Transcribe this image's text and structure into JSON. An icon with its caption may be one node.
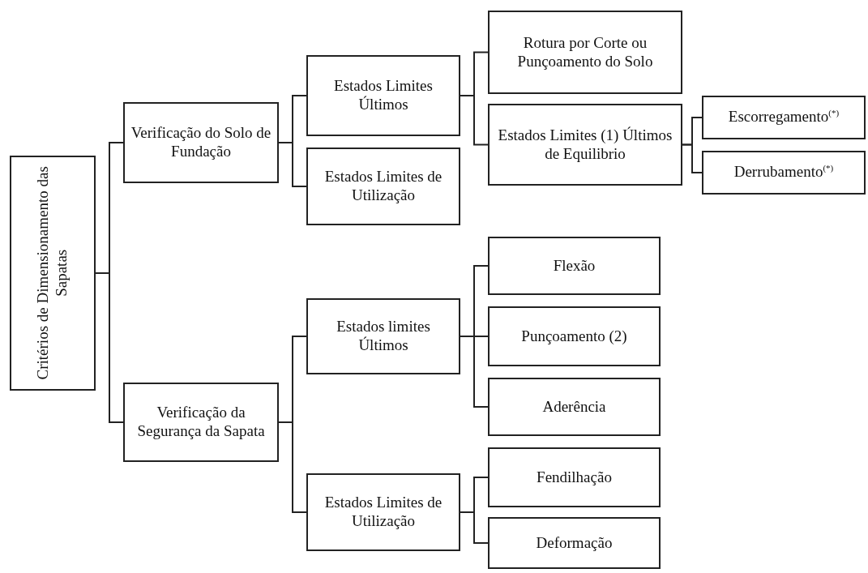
{
  "diagram": {
    "nodes": [
      {
        "text": [
          "Critérios de Dimensionamento das Sapatas"
        ]
      },
      {
        "text": [
          "Verificação do Solo de Fundação"
        ]
      },
      {
        "text": [
          "Estados Limites Últimos"
        ]
      },
      {
        "text": [
          "Estados Limites de Utilização"
        ]
      },
      {
        "text": [
          "Rotura por Corte ou Punçoamento do Solo"
        ]
      },
      {
        "text": [
          "Estados Limites (1) Últimos de Equilibrio"
        ]
      },
      {
        "text": [
          "Escorregamento$^{(*)}$"
        ]
      },
      {
        "text": [
          "Derrubamento$^{(*)}$"
        ]
      },
      {
        "text": [
          "Verificação da Segurança da Sapata"
        ]
      },
      {
        "text": [
          "Estados limites Últimos"
        ]
      },
      {
        "text": [
          "Flexão"
        ]
      },
      {
        "text": [
          "Punçoamento (2)"
        ]
      },
      {
        "text": [
          "Aderência"
        ]
      },
      {
        "text": [
          "Estados Limites de Utilização"
        ]
      },
      {
        "text": [
          "Fendilhação"
        ]
      },
      {
        "text": [
          "Deformação"
        ]
      }
    ],
    "edges": [
      {
        "from": 0,
        "to": 1,
        "arrow": "none"
      },
      {
        "from": 0,
        "to": 8,
        "arrow": "none"
      },
      {
        "from": 1,
        "to": 2,
        "arrow": "none"
      },
      {
        "from": 1,
        "to": 3,
        "arrow": "none"
      },
      {
        "from": 2,
        "to": 4,
        "arrow": "none"
      },
      {
        "from": 2,
        "to": 5,
        "arrow": "none"
      },
      {
        "from": 5,
        "to": 6,
        "arrow": "none"
      },
      {
        "from": 5,
        "to": 7,
        "arrow": "none"
      },
      {
        "from": 8,
        "to": 9,
        "arrow": "none"
      },
      {
        "from": 8,
        "to": 13,
        "arrow": "none"
      },
      {
        "from": 9,
        "to": 10,
        "arrow": "none"
      },
      {
        "from": 9,
        "to": 11,
        "arrow": "none"
      },
      {
        "from": 9,
        "to": 12,
        "arrow": "none"
      },
      {
        "from": 13,
        "to": 14,
        "arrow": "none"
      },
      {
        "from": 13,
        "to": 15,
        "arrow": "none"
      }
    ]
  }
}
